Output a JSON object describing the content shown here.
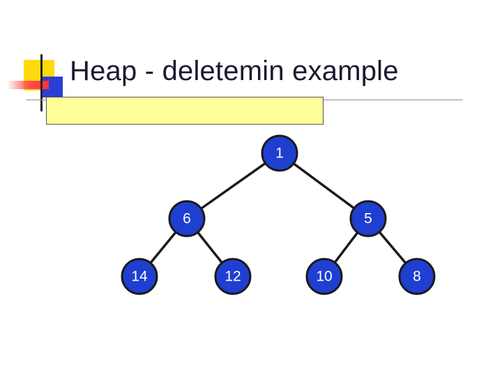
{
  "slide": {
    "title": "Heap - deletemin example"
  },
  "tree": {
    "nodes": [
      {
        "id": "root",
        "label": "1"
      },
      {
        "id": "l",
        "label": "6"
      },
      {
        "id": "r",
        "label": "5"
      },
      {
        "id": "ll",
        "label": "14"
      },
      {
        "id": "lr",
        "label": "12"
      },
      {
        "id": "rl",
        "label": "10"
      },
      {
        "id": "rr",
        "label": "8"
      }
    ],
    "edges": [
      [
        "root",
        "l"
      ],
      [
        "root",
        "r"
      ],
      [
        "l",
        "ll"
      ],
      [
        "l",
        "lr"
      ],
      [
        "r",
        "rl"
      ],
      [
        "r",
        "rr"
      ]
    ]
  },
  "colors": {
    "node_fill": "#1f3fd0",
    "node_text": "#ffffff",
    "highlight_box": "#ffff99",
    "logo_yellow": "#ffd700",
    "logo_blue": "#2a3fd6",
    "logo_red": "#ff3333"
  }
}
